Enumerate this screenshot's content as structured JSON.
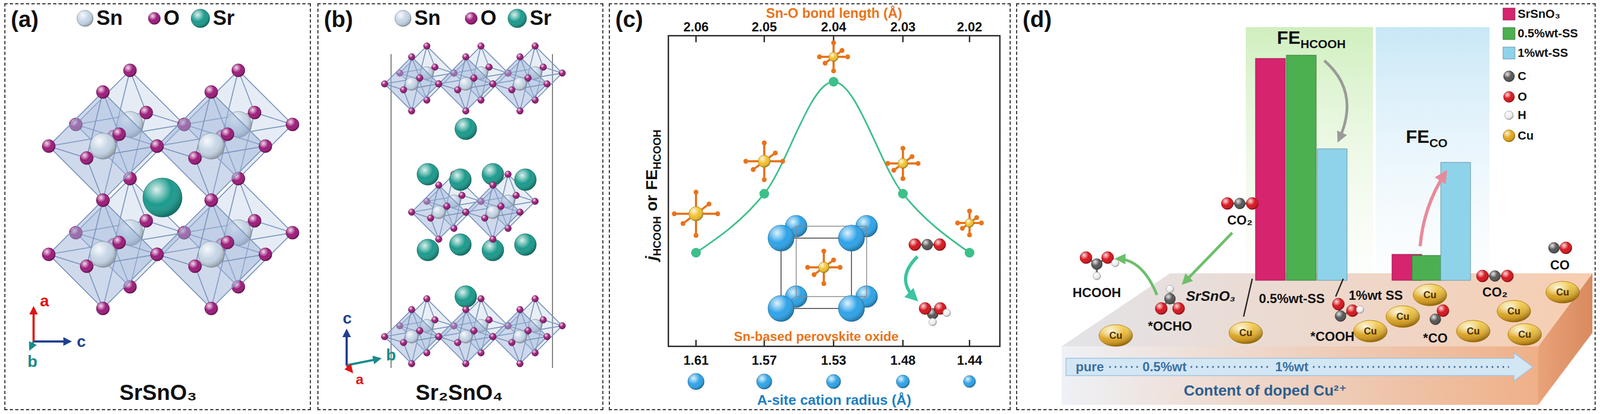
{
  "diagram": {
    "nodes": [
      {
        "text": [
          "(a)"
        ]
      },
      {
        "text": [
          "(b)"
        ]
      },
      {
        "text": [
          "(c)"
        ]
      },
      {
        "text": [
          "(d)"
        ]
      }
    ],
    "labels": [
      "SrSnO₃",
      "a",
      "b",
      "c",
      "Sr₂SnO₄",
      "c",
      "b",
      "a",
      "Sn-O bond length (Å)",
      "2.06",
      "2.05",
      "2.04",
      "2.03",
      "2.02",
      "1.61",
      "1.57",
      "1.53",
      "1.48",
      "1.44",
      "A-site cation radius (Å)",
      "j",
      "HCOOH",
      "or",
      "FE",
      "HCOOH",
      "Sn-based perovskite oxide",
      "FE",
      "HCOOH",
      "FE",
      "CO",
      "HCOOH",
      "*OCHO",
      "CO₂",
      "SrSnO₃",
      "0.5%wt-SS",
      "1%wt SS",
      "*COOH",
      "CO₂",
      "*CO",
      "CO",
      "Cu",
      "Cu",
      "Cu",
      "Cu",
      "Cu",
      "Cu",
      "Cu",
      "Cu",
      "Cu",
      "pure",
      "0.5%wt",
      "1%wt",
      "Content of doped Cu²⁺"
    ],
    "legend": [
      {
        "text": "Sn",
        "color": "#c5d5e5"
      },
      {
        "text": "O",
        "color": "#9c1a7a"
      },
      {
        "text": "Sr",
        "color": "#1b9a8c"
      },
      {
        "text": "Sn",
        "color": "#c5d5e5"
      },
      {
        "text": "O",
        "color": "#9c1a7a"
      },
      {
        "text": "Sr",
        "color": "#1b9a8c"
      },
      {
        "text": "SrSnO₃",
        "color": "#d6246e"
      },
      {
        "text": "0.5%wt-SS",
        "color": "#4caf50"
      },
      {
        "text": "1%wt-SS",
        "color": "#8fd3ea"
      },
      {
        "text": "C",
        "color": "#555555"
      },
      {
        "text": "O",
        "color": "#d8141c"
      },
      {
        "text": "H",
        "color": "#eeeeee"
      },
      {
        "text": "Cu",
        "color": "#e3a617"
      }
    ]
  }
}
